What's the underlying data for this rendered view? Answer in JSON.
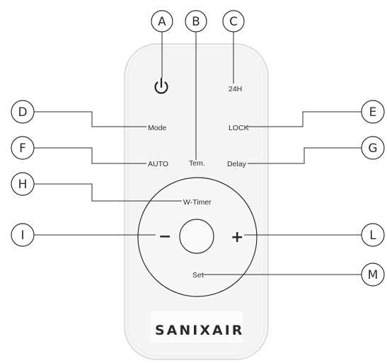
{
  "remote": {
    "brand": "SANIXAIR",
    "buttons": {
      "power": "power-icon",
      "timer24": "24H",
      "mode": "Mode",
      "lock": "LOCK",
      "auto": "AUTO",
      "temp": "Tem.",
      "delay": "Delay",
      "wtimer": "W-Timer",
      "minus": "−",
      "plus": "+",
      "set": "Set"
    }
  },
  "callouts": [
    "A",
    "B",
    "C",
    "D",
    "E",
    "F",
    "G",
    "H",
    "I",
    "L",
    "M"
  ],
  "colors": {
    "body": "#f4f4f4",
    "outline": "#d8d8d8",
    "text": "#2b2b2b"
  }
}
